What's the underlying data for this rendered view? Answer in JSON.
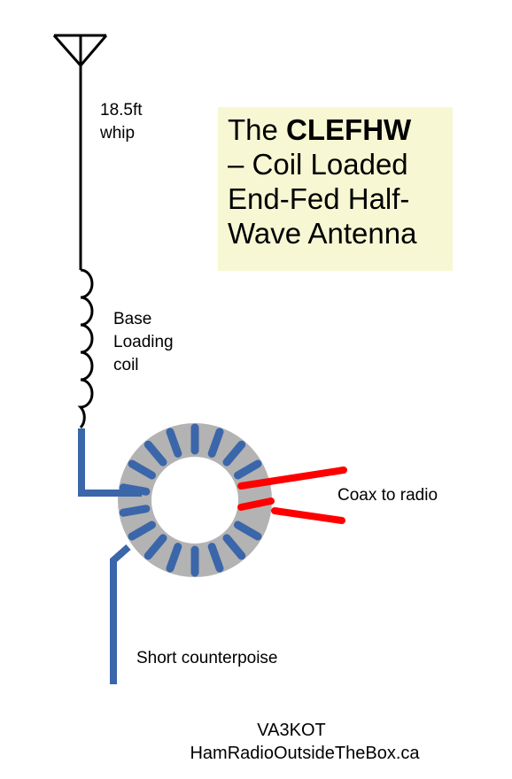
{
  "title": {
    "prefix": "The ",
    "bold": "CLEFHW",
    "line2": "– Coil Loaded",
    "line3": "End-Fed Half-",
    "line4": "Wave Antenna",
    "background": "#f7f8d3"
  },
  "labels": {
    "whip_line1": "18.5ft",
    "whip_line2": "whip",
    "coil_line1": "Base",
    "coil_line2": "Loading",
    "coil_line3": "coil",
    "coax": "Coax to radio",
    "counterpoise": "Short counterpoise"
  },
  "footer": {
    "callsign": "VA3KOT",
    "website": "HamRadioOutsideTheBox.ca"
  },
  "colors": {
    "wire": "#000000",
    "winding": "#3b66aa",
    "toroid": "#b3b3b3",
    "coax": "#ff0000"
  }
}
